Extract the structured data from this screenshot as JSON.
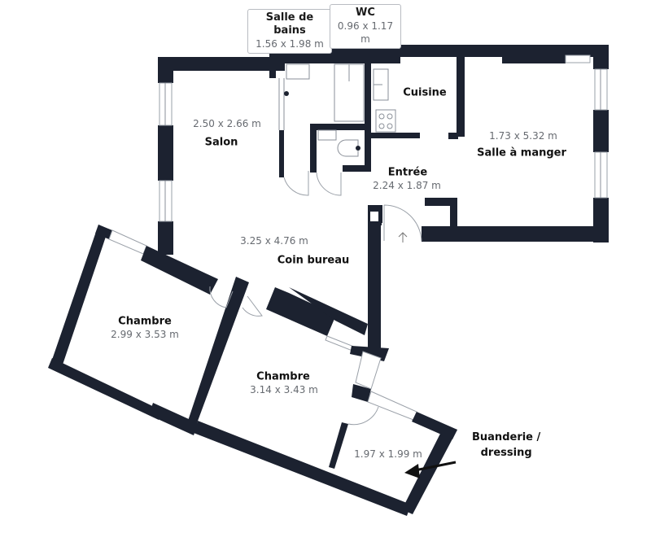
{
  "plan": {
    "wall_color": "#1c2230",
    "background": "#ffffff"
  },
  "callouts": [
    {
      "title": "Salle de bains",
      "dims": "1.56 x 1.98 m"
    },
    {
      "title": "WC",
      "dims": "0.96 x 1.17 m"
    }
  ],
  "rooms": {
    "salon": {
      "name": "Salon",
      "dims": "2.50 x 2.66 m"
    },
    "cuisine": {
      "name": "Cuisine"
    },
    "salle_a_manger": {
      "name": "Salle à manger",
      "dims": "1.73 x 5.32 m"
    },
    "entree": {
      "name": "Entrée",
      "dims": "2.24 x 1.87 m"
    },
    "coin_bureau": {
      "name": "Coin bureau",
      "dims": "3.25 x 4.76 m"
    },
    "chambre_1": {
      "name": "Chambre",
      "dims": "2.99 x 3.53 m"
    },
    "chambre_2": {
      "name": "Chambre",
      "dims": "3.14 x 3.43 m"
    },
    "buanderie": {
      "dims": "1.97 x 1.99 m"
    }
  },
  "annotation": {
    "line1": "Buanderie /",
    "line2": "dressing",
    "arrow": "arrow-pointing-to-buanderie"
  },
  "icons": {
    "entrance": "entrance-arrow-up",
    "stove": "cooktop-four-burners"
  }
}
